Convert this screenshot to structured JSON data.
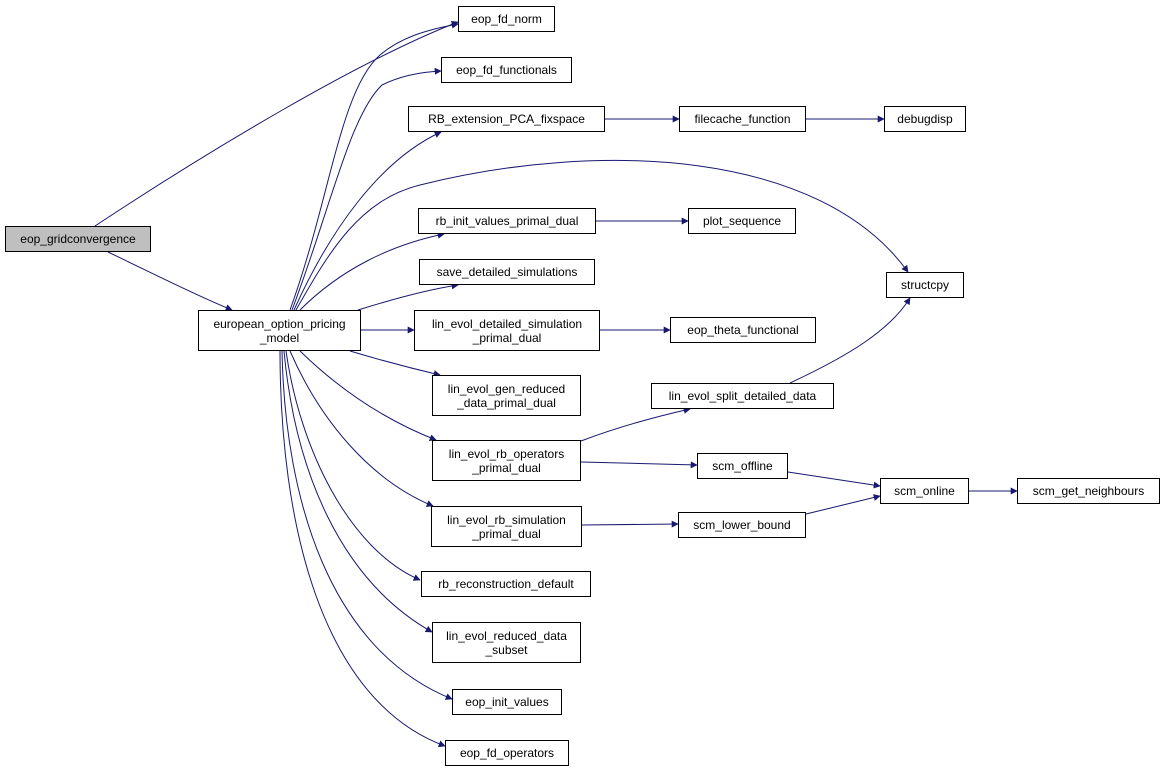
{
  "colors": {
    "edge": "#191970",
    "node_border": "#000000",
    "root_fill": "#bfbfbf"
  },
  "nodes": {
    "eop_gridconvergence": {
      "lines": [
        "eop_gridconvergence"
      ]
    },
    "european_option_pricing_model": {
      "lines": [
        "european_option_pricing",
        "_model"
      ]
    },
    "eop_fd_norm": {
      "lines": [
        "eop_fd_norm"
      ]
    },
    "eop_fd_functionals": {
      "lines": [
        "eop_fd_functionals"
      ]
    },
    "RB_extension_PCA_fixspace": {
      "lines": [
        "RB_extension_PCA_fixspace"
      ]
    },
    "filecache_function": {
      "lines": [
        "filecache_function"
      ]
    },
    "debugdisp": {
      "lines": [
        "debugdisp"
      ]
    },
    "rb_init_values_primal_dual": {
      "lines": [
        "rb_init_values_primal_dual"
      ]
    },
    "plot_sequence": {
      "lines": [
        "plot_sequence"
      ]
    },
    "save_detailed_simulations": {
      "lines": [
        "save_detailed_simulations"
      ]
    },
    "structcpy": {
      "lines": [
        "structcpy"
      ]
    },
    "lin_evol_detailed_simulation_primal_dual": {
      "lines": [
        "lin_evol_detailed_simulation",
        "_primal_dual"
      ]
    },
    "eop_theta_functional": {
      "lines": [
        "eop_theta_functional"
      ]
    },
    "lin_evol_gen_reduced_data_primal_dual": {
      "lines": [
        "lin_evol_gen_reduced",
        "_data_primal_dual"
      ]
    },
    "lin_evol_split_detailed_data": {
      "lines": [
        "lin_evol_split_detailed_data"
      ]
    },
    "lin_evol_rb_operators_primal_dual": {
      "lines": [
        "lin_evol_rb_operators",
        "_primal_dual"
      ]
    },
    "scm_offline": {
      "lines": [
        "scm_offline"
      ]
    },
    "scm_online": {
      "lines": [
        "scm_online"
      ]
    },
    "scm_get_neighbours": {
      "lines": [
        "scm_get_neighbours"
      ]
    },
    "lin_evol_rb_simulation_primal_dual": {
      "lines": [
        "lin_evol_rb_simulation",
        "_primal_dual"
      ]
    },
    "scm_lower_bound": {
      "lines": [
        "scm_lower_bound"
      ]
    },
    "rb_reconstruction_default": {
      "lines": [
        "rb_reconstruction_default"
      ]
    },
    "lin_evol_reduced_data_subset": {
      "lines": [
        "lin_evol_reduced_data",
        "_subset"
      ]
    },
    "eop_init_values": {
      "lines": [
        "eop_init_values"
      ]
    },
    "eop_fd_operators": {
      "lines": [
        "eop_fd_operators"
      ]
    }
  },
  "edges": [
    [
      "eop_gridconvergence",
      "eop_fd_norm"
    ],
    [
      "eop_gridconvergence",
      "european_option_pricing_model"
    ],
    [
      "european_option_pricing_model",
      "eop_fd_norm"
    ],
    [
      "european_option_pricing_model",
      "eop_fd_functionals"
    ],
    [
      "european_option_pricing_model",
      "RB_extension_PCA_fixspace"
    ],
    [
      "european_option_pricing_model",
      "structcpy"
    ],
    [
      "european_option_pricing_model",
      "rb_init_values_primal_dual"
    ],
    [
      "european_option_pricing_model",
      "save_detailed_simulations"
    ],
    [
      "european_option_pricing_model",
      "lin_evol_detailed_simulation_primal_dual"
    ],
    [
      "european_option_pricing_model",
      "lin_evol_gen_reduced_data_primal_dual"
    ],
    [
      "european_option_pricing_model",
      "lin_evol_rb_operators_primal_dual"
    ],
    [
      "european_option_pricing_model",
      "lin_evol_rb_simulation_primal_dual"
    ],
    [
      "european_option_pricing_model",
      "rb_reconstruction_default"
    ],
    [
      "european_option_pricing_model",
      "lin_evol_reduced_data_subset"
    ],
    [
      "european_option_pricing_model",
      "eop_init_values"
    ],
    [
      "european_option_pricing_model",
      "eop_fd_operators"
    ],
    [
      "RB_extension_PCA_fixspace",
      "filecache_function"
    ],
    [
      "filecache_function",
      "debugdisp"
    ],
    [
      "rb_init_values_primal_dual",
      "plot_sequence"
    ],
    [
      "lin_evol_detailed_simulation_primal_dual",
      "eop_theta_functional"
    ],
    [
      "lin_evol_rb_operators_primal_dual",
      "lin_evol_split_detailed_data"
    ],
    [
      "lin_evol_split_detailed_data",
      "structcpy"
    ],
    [
      "lin_evol_rb_operators_primal_dual",
      "scm_offline"
    ],
    [
      "scm_offline",
      "scm_online"
    ],
    [
      "scm_online",
      "scm_get_neighbours"
    ],
    [
      "lin_evol_rb_simulation_primal_dual",
      "scm_lower_bound"
    ],
    [
      "scm_lower_bound",
      "scm_online"
    ]
  ]
}
